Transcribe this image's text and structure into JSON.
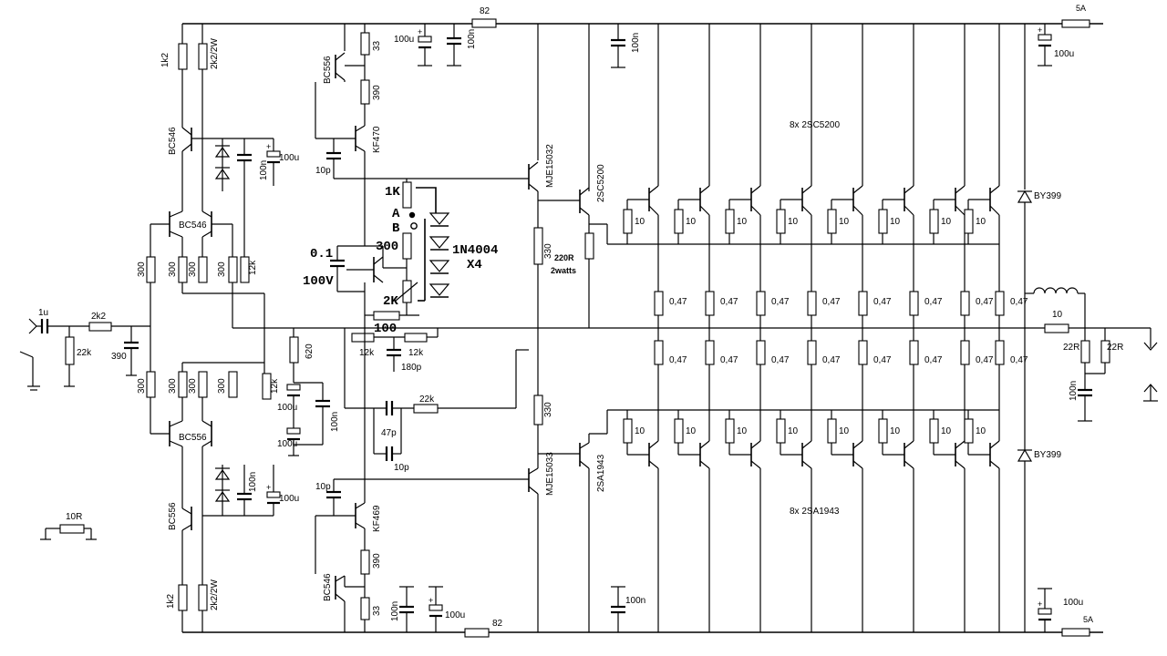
{
  "labels": {
    "r_1k2": "1k2",
    "r_2k2_2w": "2k2/2W",
    "r_33": "33",
    "r_390": "390",
    "r_82": "82",
    "c_100u": "100u",
    "c_100n": "100n",
    "fuse_5a": "5A",
    "q_bc556": "BC556",
    "q_bc546": "BC546",
    "q_kf470": "KF470",
    "q_kf469": "KF469",
    "c_10p": "10p",
    "r_1k": "1K",
    "pt_a": "A",
    "pt_b": "B",
    "r_300": "300",
    "c_0_1": "0.1",
    "c_100v": "100V",
    "r_2k": "2K",
    "r_100": "100",
    "d_1n4004": "1N4004",
    "d_x4": "X4",
    "q_mje15032": "MJE15032",
    "q_mje15033": "MJE15033",
    "q_2sc5200": "2SC5200",
    "q_2sa1943": "2SA1943",
    "r_330": "330",
    "r_220r": "220R",
    "r_2watts": "2watts",
    "out_npn_count": "8x   2SC5200",
    "out_pnp_count": "8x   2SA1943",
    "r_10": "10",
    "r_047": "0,47",
    "d_by399": "BY399",
    "c_1u": "1u",
    "r_2k2": "2k2",
    "r_22k": "22k",
    "c_390": "390",
    "r_12k": "12k",
    "r_620": "620",
    "c_180p": "180p",
    "c_47p": "47p",
    "r_22r": "22R",
    "r_10r": "10R"
  }
}
